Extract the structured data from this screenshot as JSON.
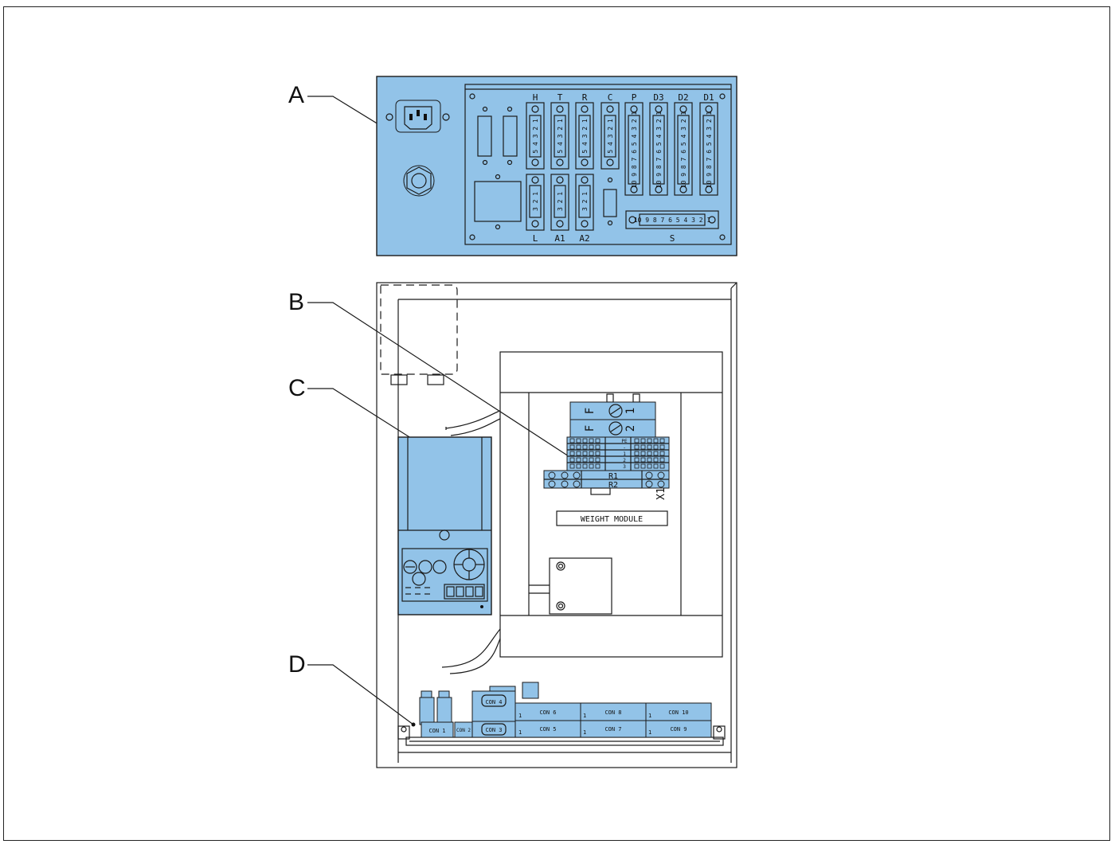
{
  "callouts": {
    "a": "A",
    "b": "B",
    "c": "C",
    "d": "D"
  },
  "top_panel": {
    "top_connectors": [
      {
        "label": "H",
        "pins": "5 4 3 2 1"
      },
      {
        "label": "T",
        "pins": "5 4 3 2 1"
      },
      {
        "label": "R",
        "pins": "5 4 3 2 1"
      },
      {
        "label": "C",
        "pins": "5 4 3 2 1"
      },
      {
        "label": "P",
        "pins": "10 9 8 7 6 5 4 3 2 1"
      },
      {
        "label": "D3",
        "pins": "10 9 8 7 6 5 4 3 2 1"
      },
      {
        "label": "D2",
        "pins": "10 9 8 7 6 5 4 3 2 1"
      },
      {
        "label": "D1",
        "pins": "10 9 8 7 6 5 4 3 2 1"
      }
    ],
    "bottom_connectors": [
      {
        "label": "L",
        "pins": "3 2 1"
      },
      {
        "label": "A1",
        "pins": "3 2 1"
      },
      {
        "label": "A2",
        "pins": "3 2 1"
      }
    ],
    "s_connector": {
      "label": "S",
      "pins": "10 9 8 7 6 5 4 3 2 1"
    }
  },
  "weight_module": {
    "label": "WEIGHT MODULE",
    "fuse_labels": [
      "F",
      "F"
    ],
    "fuse_numbers": [
      "1",
      "2"
    ],
    "terminal_marks": [
      "PE",
      "-",
      "1",
      "2",
      "3"
    ],
    "relay_labels": [
      "R1",
      "R2"
    ],
    "terminal_block_label": "X1"
  },
  "board": {
    "connectors": [
      "CON 1",
      "CON 2",
      "CON 3",
      "CON 4",
      "CON 5",
      "CON 6",
      "CON 7",
      "CON 8",
      "CON 9",
      "CON 10"
    ],
    "pin_one": "1"
  },
  "colors": {
    "accent": "#92c3e8",
    "line": "#1a1a1a"
  }
}
